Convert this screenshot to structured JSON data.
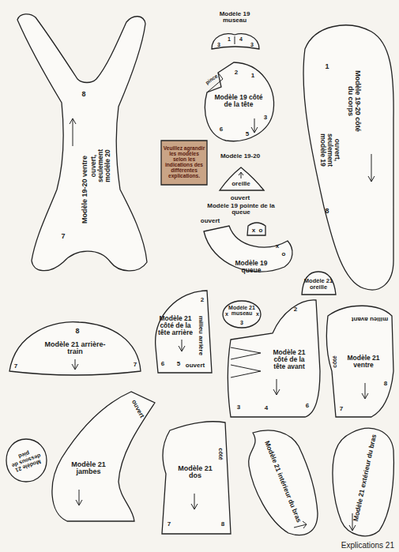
{
  "diagram": {
    "nodes": [
      {
        "text": [
          "8",
          "Modèle 19-20 ventre",
          "ouvert, seulement modèle 20",
          "7"
        ]
      },
      {
        "text": [
          "Modèle 19 museau",
          "1",
          "4",
          "3",
          "3"
        ]
      },
      {
        "text": [
          "pince",
          "2",
          "1",
          "Modèle 19 côté de la tête",
          "3",
          "5",
          "6"
        ]
      },
      {
        "text": [
          "1",
          "ouvert, seulement modèle 19",
          "Modèle 19-20 côté du corps",
          "8"
        ]
      },
      {
        "text": [
          "Veuillez agrandir les modèles selon les indications des différentes explications."
        ]
      },
      {
        "text": [
          "Modèle 19-20",
          "oreille",
          "ouvert"
        ]
      },
      {
        "text": [
          "Modèle 19 pointe de la queue",
          "x",
          "o"
        ]
      },
      {
        "text": [
          "ouvert",
          "x",
          "o",
          "Modèle 19 queue"
        ]
      },
      {
        "text": [
          "Modèle 21 oreille"
        ]
      },
      {
        "text": [
          "8",
          "Modèle 21 arrière-train",
          "7",
          "7"
        ]
      },
      {
        "text": [
          "2",
          "milieu arrière",
          "Modèle 21 côté de la tête arrière",
          "6",
          "5",
          "ouvert"
        ]
      },
      {
        "text": [
          "x",
          "x",
          "Modèle 21 museau",
          "3"
        ]
      },
      {
        "text": [
          "2",
          "Modèle 21 côté de la tête avant",
          "3",
          "4",
          "6"
        ]
      },
      {
        "text": [
          "milieu avant",
          "côté",
          "Modèle 21 ventre",
          "8",
          "7"
        ]
      },
      {
        "text": [
          "Modèle 21 dessous de pied"
        ]
      },
      {
        "text": [
          "ouvert",
          "Modèle 21 jambes"
        ]
      },
      {
        "text": [
          "côté",
          "Modèle 21 dos",
          "7",
          "8"
        ]
      },
      {
        "text": [
          "Modèle 21 intérieur du bras"
        ]
      },
      {
        "text": [
          "Modèle 21 extérieur du bras"
        ]
      }
    ],
    "labels": [
      "Explications 21"
    ]
  }
}
